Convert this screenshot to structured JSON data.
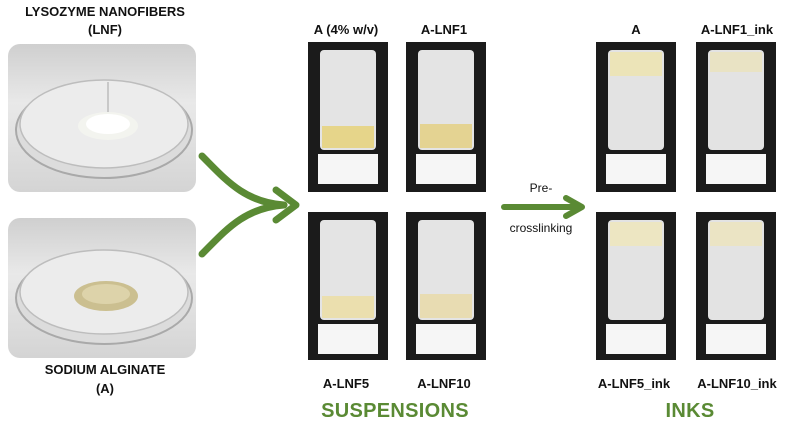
{
  "colors": {
    "accent": "#5a8a34",
    "text": "#111111"
  },
  "materials": {
    "lnf_label_line1": "LYSOZYME NANOFIBERS",
    "lnf_label_line2": "(LNF)",
    "alginate_label_line1": "SODIUM ALGINATE",
    "alginate_label_line2": "(A)"
  },
  "suspensions": {
    "title": "SUSPENSIONS",
    "vials": [
      "A (4% w/v)",
      "A-LNF1",
      "A-LNF5",
      "A-LNF10"
    ]
  },
  "process": {
    "line1": "Pre-",
    "line2": "crosslinking"
  },
  "inks": {
    "title": "INKS",
    "vials": [
      "A",
      "A-LNF1_ink",
      "A-LNF5_ink",
      "A-LNF10_ink"
    ]
  }
}
